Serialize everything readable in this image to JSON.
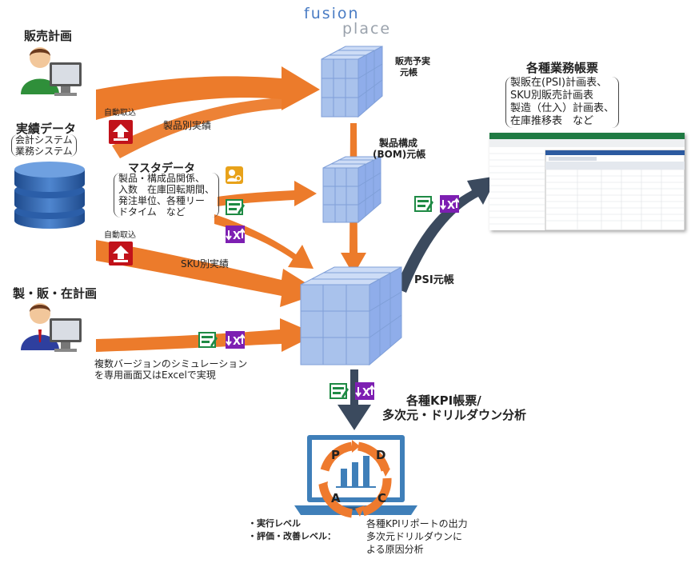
{
  "logo": {
    "word1": "fusion",
    "word2": "place"
  },
  "headings": {
    "sales_plan": "販売計画",
    "actuals": "実績データ",
    "master": "マスタデータ",
    "psi_plan": "製・販・在計画",
    "reports": "各種業務帳票",
    "kpi_line1": "各種KPI帳票/",
    "kpi_line2": "多次元・ドリルダウン分析"
  },
  "cube_labels": {
    "sales_forecast_line1": "販売予実",
    "sales_forecast_line2": "元帳",
    "bom_line1": "製品構成",
    "bom_line2": "(BOM)元帳",
    "psi": "PSI元帳"
  },
  "actuals_systems": [
    "会計システム",
    "業務システム"
  ],
  "master_items": [
    "製品・構成品関係、",
    "入数　在庫回転期間、",
    "発注単位、各種リー",
    "ドタイム　など"
  ],
  "report_items": [
    "製販在(PSI)計画表、",
    "SKU別販売計画表",
    "製造（仕入）計画表、",
    "在庫推移表　など"
  ],
  "flow_labels": {
    "auto_import_1": "自動取込",
    "auto_import_2": "自動取込",
    "product_actuals": "製品別実績",
    "sku_actuals": "SKU別実績",
    "simulation_line1": "複数バージョンのシミュレーション",
    "simulation_line2": "を専用画面又はExcelで実現"
  },
  "pdca": {
    "p": "P",
    "d": "D",
    "c": "C",
    "a": "A"
  },
  "bottom": {
    "exec_level": "・実行レベル",
    "eval_level": "・評価・改善レベル：",
    "exec_desc": "各種KPIリポートの出力",
    "eval_desc_line1": "多次元ドリルダウンに",
    "eval_desc_line2": "よる原因分析"
  },
  "colors": {
    "arrow_orange": "#ec7b2b",
    "arrow_navy": "#3b4a5e",
    "cube_blue": "#a9c2ec",
    "tag_red": "#c1121a",
    "icon_green": "#1e8a44",
    "icon_purple": "#7d1fb2",
    "icon_orange": "#e8a21a",
    "pdca_orange": "#ee7a2e",
    "laptop_blue": "#3f7fb9"
  },
  "icons": [
    "person-computer-icon",
    "database-icon",
    "cube-icon",
    "upload-tag-icon",
    "edit-form-icon",
    "excel-transfer-icon",
    "spreadsheet-thumbnail",
    "laptop-chart-icon"
  ]
}
